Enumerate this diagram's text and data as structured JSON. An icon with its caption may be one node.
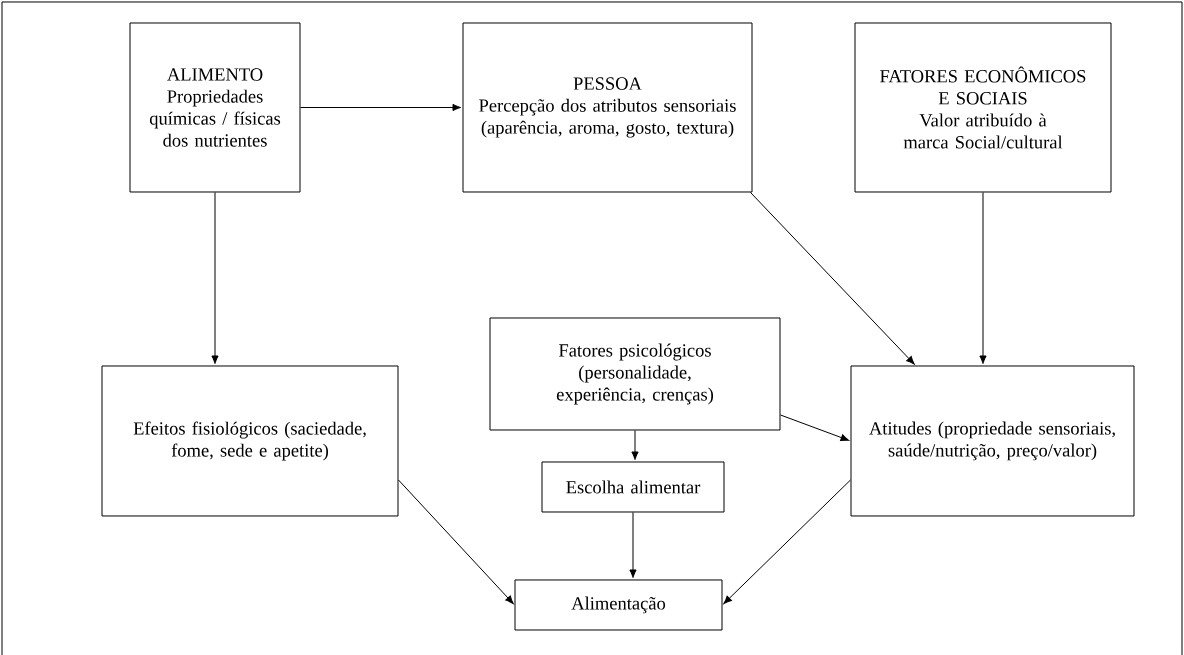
{
  "diagram": {
    "nodes": [
      {
        "text": [
          "ALIMENTO",
          "Propriedades químicas / físicas dos nutrientes"
        ]
      },
      {
        "text": [
          "PESSOA",
          "Percepção dos atributos sensoriais (aparência, aroma, gosto, textura)"
        ]
      },
      {
        "text": [
          "FATORES ECONÔMICOS E SOCIAIS",
          "Valor atribuído à marca Social/cultural"
        ]
      },
      {
        "text": [
          "Fatores psicológicos (personalidade, experiência, crenças)"
        ]
      },
      {
        "text": [
          "Efeitos fisiológicos (saciedade, fome, sede e apetite)"
        ]
      },
      {
        "text": [
          "Atitudes (propriedade sensoriais, saúde/nutrição, preço/valor)"
        ]
      },
      {
        "text": [
          "Escolha alimentar"
        ]
      },
      {
        "text": [
          "Alimentação"
        ]
      }
    ],
    "edges": [
      {
        "from": 0,
        "to": 1,
        "arrow": "to"
      },
      {
        "from": 0,
        "to": 4,
        "arrow": "to"
      },
      {
        "from": 1,
        "to": 5,
        "arrow": "to"
      },
      {
        "from": 2,
        "to": 5,
        "arrow": "to"
      },
      {
        "from": 3,
        "to": 5,
        "arrow": "to"
      },
      {
        "from": 3,
        "to": 6,
        "arrow": "to"
      },
      {
        "from": 6,
        "to": 7,
        "arrow": "to"
      },
      {
        "from": 4,
        "to": 7,
        "arrow": "to"
      },
      {
        "from": 5,
        "to": 7,
        "arrow": "to"
      }
    ]
  }
}
